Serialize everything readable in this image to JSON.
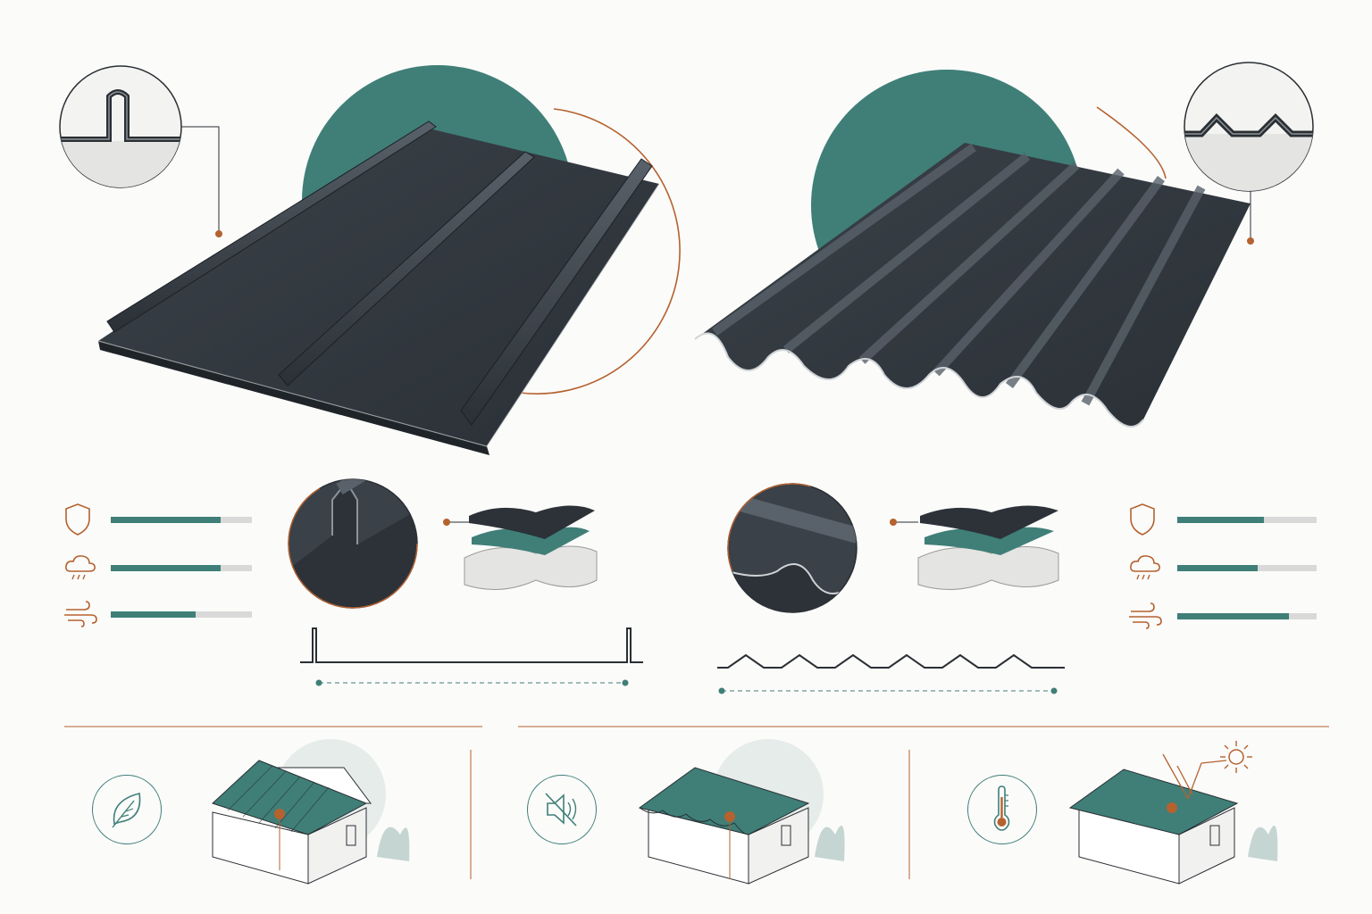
{
  "colors": {
    "background": "#fbfbfa",
    "teal": "#3f7f78",
    "teal_light": "#cfe0dd",
    "copper": "#b5622f",
    "panel_dark": "#2c3238",
    "panel_mid": "#3a4148",
    "panel_light": "#59616a",
    "rating_empty": "#d9d9d9",
    "line_dark": "#2a2f33"
  },
  "panels": [
    {
      "name": "standing-seam",
      "ratings": [
        {
          "icon": "shield-icon",
          "level": 0.78
        },
        {
          "icon": "rain-cloud-icon",
          "level": 0.78
        },
        {
          "icon": "wind-icon",
          "level": 0.6
        }
      ]
    },
    {
      "name": "corrugated",
      "ratings": [
        {
          "icon": "shield-icon",
          "level": 0.62
        },
        {
          "icon": "rain-cloud-icon",
          "level": 0.58
        },
        {
          "icon": "wind-icon",
          "level": 0.8
        }
      ]
    }
  ],
  "benefits": [
    {
      "icon": "leaf-icon"
    },
    {
      "icon": "speaker-muted-icon"
    },
    {
      "icon": "thermometer-icon",
      "extra_icon": "sun-icon"
    }
  ]
}
